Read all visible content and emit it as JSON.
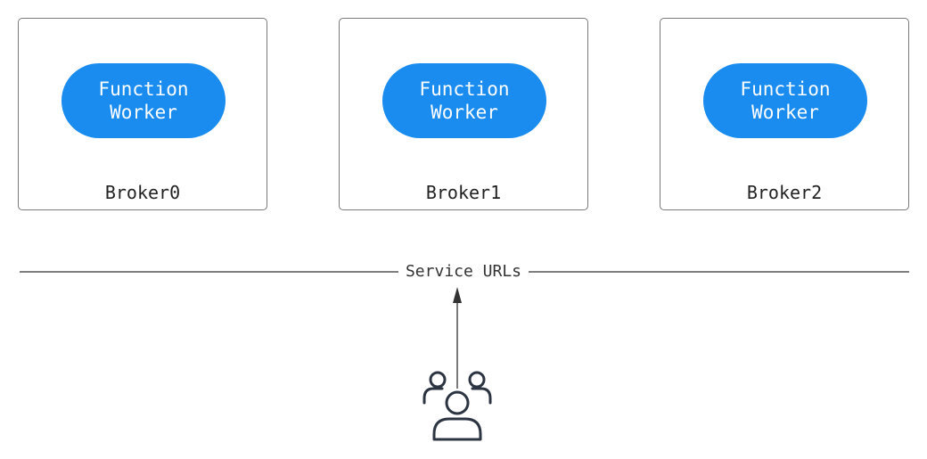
{
  "brokers": [
    {
      "label": "Broker0",
      "worker_label": "Function\nWorker"
    },
    {
      "label": "Broker1",
      "worker_label": "Function\nWorker"
    },
    {
      "label": "Broker2",
      "worker_label": "Function\nWorker"
    }
  ],
  "service_urls": {
    "label": "Service URLs"
  },
  "users": {
    "icon": "users-icon"
  },
  "colors": {
    "worker_fill": "#1a8cf0",
    "worker_text": "#ffffff",
    "box_border": "#7a7a7a",
    "line": "#333333",
    "icon_stroke": "#2b3440"
  }
}
